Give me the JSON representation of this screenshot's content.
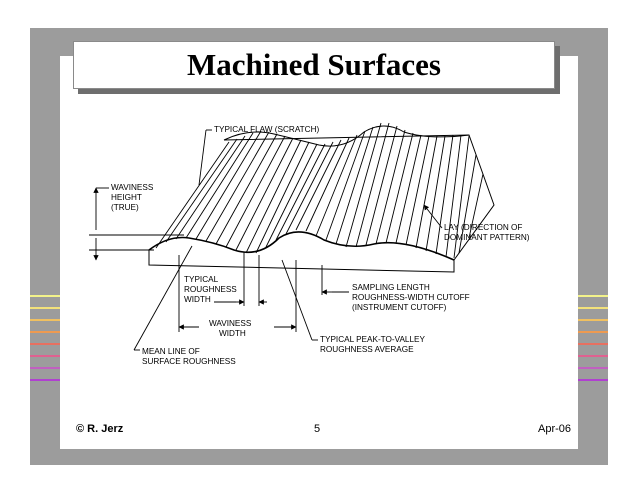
{
  "slide": {
    "title": "Machined Surfaces",
    "footer_left": "© R. Jerz",
    "page_number": "5",
    "footer_right": "Apr-06"
  },
  "diagram": {
    "labels": {
      "flaw": "TYPICAL FLAW (SCRATCH)",
      "waviness_height_1": "WAVINESS",
      "waviness_height_2": "HEIGHT",
      "waviness_height_3": "(TRUE)",
      "lay_1": "LAY (DIRECTION OF",
      "lay_2": "DOMINANT PATTERN)",
      "roughness_width_1": "TYPICAL",
      "roughness_width_2": "ROUGHNESS",
      "roughness_width_3": "WIDTH",
      "sampling_1": "SAMPLING LENGTH",
      "sampling_2": "ROUGHNESS-WIDTH CUTOFF",
      "sampling_3": "(INSTRUMENT CUTOFF)",
      "waviness_width_1": "WAVINESS",
      "waviness_width_2": "WIDTH",
      "peak_valley_1": "TYPICAL PEAK-TO-VALLEY",
      "peak_valley_2": "ROUGHNESS AVERAGE",
      "mean_line_1": "MEAN LINE OF",
      "mean_line_2": "SURFACE ROUGHNESS"
    }
  },
  "colors": {
    "stripes": [
      "#f2f28a",
      "#f2e17a",
      "#f0c060",
      "#ee9a50",
      "#e87060",
      "#e06090",
      "#c060c0",
      "#b040d0"
    ]
  }
}
